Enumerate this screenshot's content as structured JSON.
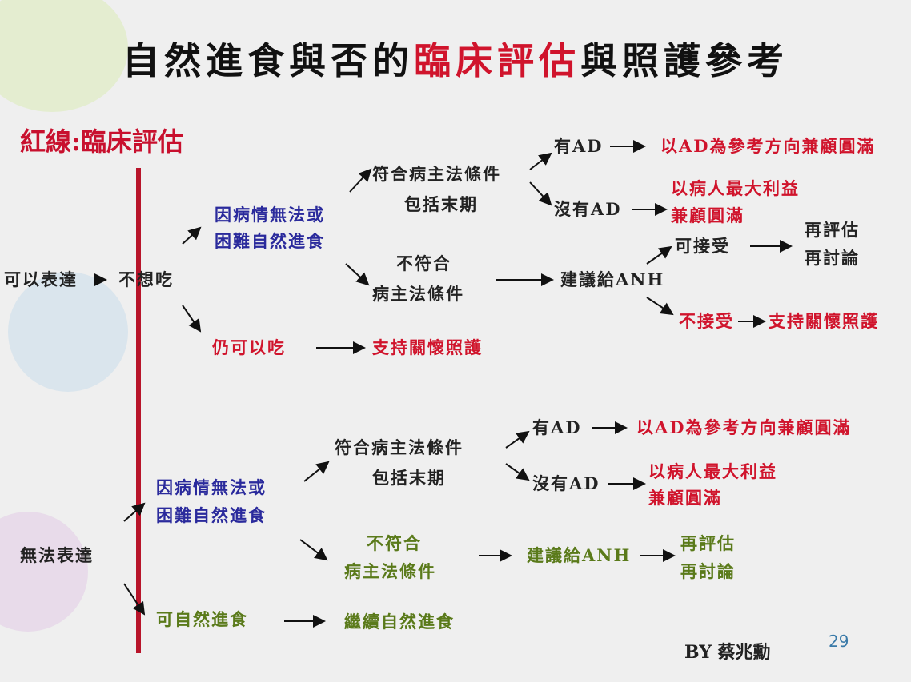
{
  "title": {
    "part1": "自然進食與否的",
    "part2": "臨床評估",
    "part3": "與照護參考"
  },
  "subtitle": "紅線:臨床評估",
  "top": {
    "can_express": "可以表達",
    "not_want_eat": "不想吃",
    "cause_line1": "因病情無法或",
    "cause_line2": "困難自然進食",
    "meets_line1": "符合病主法條件",
    "meets_line2": "包括末期",
    "not_meets_line1": "不符合",
    "not_meets_line2": "病主法條件",
    "has_ad": "有AD",
    "has_ad_result": "以AD為參考方向兼顧圓滿",
    "no_ad": "沒有AD",
    "no_ad_result_line1": "以病人最大利益",
    "no_ad_result_line2": "兼顧圓滿",
    "suggest_anh": "建議給ANH",
    "accept": "可接受",
    "reassess": "再評估",
    "rediscuss": "再討論",
    "not_accept": "不接受",
    "support_care_1": "支持關懷照護",
    "still_eat": "仍可以吃",
    "support_care_2": "支持關懷照護"
  },
  "bottom": {
    "cannot_express": "無法表達",
    "cause_line1": "因病情無法或",
    "cause_line2": "困難自然進食",
    "meets_line1": "符合病主法條件",
    "meets_line2": "包括末期",
    "has_ad": "有AD",
    "has_ad_result": "以AD為參考方向兼顧圓滿",
    "no_ad": "沒有AD",
    "no_ad_result_line1": "以病人最大利益",
    "no_ad_result_line2": "兼顧圓滿",
    "not_meets_line1": "不符合",
    "not_meets_line2": "病主法條件",
    "suggest_anh": "建議給ANH",
    "reassess": "再評估",
    "rediscuss": "再討論",
    "can_eat_naturally": "可自然進食",
    "continue_eating": "繼續自然進食"
  },
  "byline": "BY 蔡兆勳",
  "page_number": "29",
  "colors": {
    "red": "#d0142c",
    "blue": "#2a2a9c",
    "green": "#5a7a1a",
    "text": "#222222"
  }
}
